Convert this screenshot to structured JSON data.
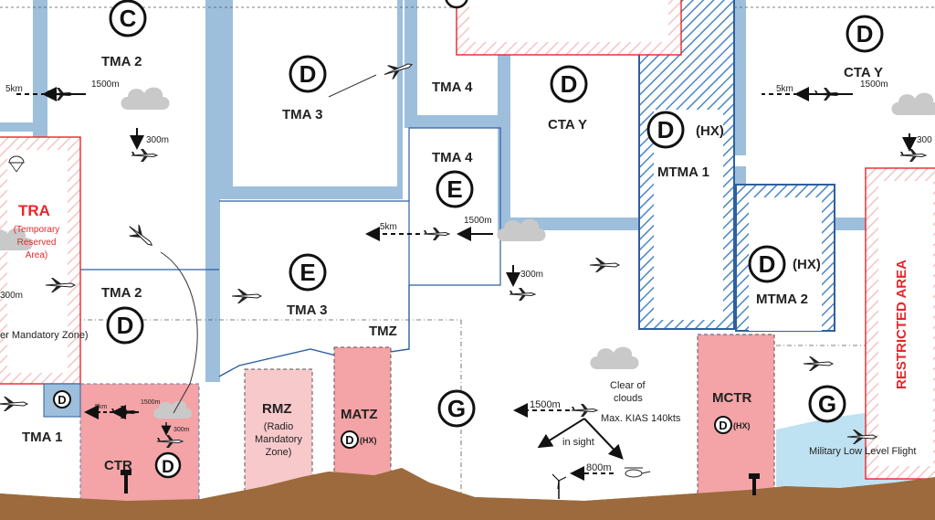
{
  "labels": {
    "tma2_top": "TMA 2",
    "tma3_top": "TMA 3",
    "tma4_top": "TMA 4",
    "tma4_mid": "TMA 4",
    "cta_y_mid": "CTA Y",
    "cta_y_right": "CTA Y",
    "mtma1": "MTMA 1",
    "mtma2": "MTMA 2",
    "tma2_low": "TMA 2",
    "tma3_low": "TMA 3",
    "tmz": "TMZ",
    "tma1": "TMA 1",
    "ctr": "CTR",
    "rmz": "RMZ",
    "rmz_sub1": "(Radio",
    "rmz_sub2": "Mandatory",
    "rmz_sub3": "Zone)",
    "matz": "MATZ",
    "mctr": "MCTR",
    "tra": "TRA",
    "tra_sub1": "(Temporary",
    "tra_sub2": "Reserved",
    "tra_sub3": "Area)",
    "restricted": "RESTRICTED AREA",
    "mandatory_zone": "er Mandatory Zone)",
    "military_low": "Military Low Level Flight",
    "clear_of": "Clear of",
    "clouds": "clouds",
    "max_kias": "Max. KIAS 140kts",
    "in_sight": "in sight",
    "hx": "(HX)"
  },
  "classes": {
    "c": "C",
    "d": "D",
    "e": "E",
    "g": "G"
  },
  "distances": {
    "d5km": "5km",
    "d1500m": "1500m",
    "d300m": "300m",
    "d800m": "800m",
    "d300_cut": "300"
  }
}
